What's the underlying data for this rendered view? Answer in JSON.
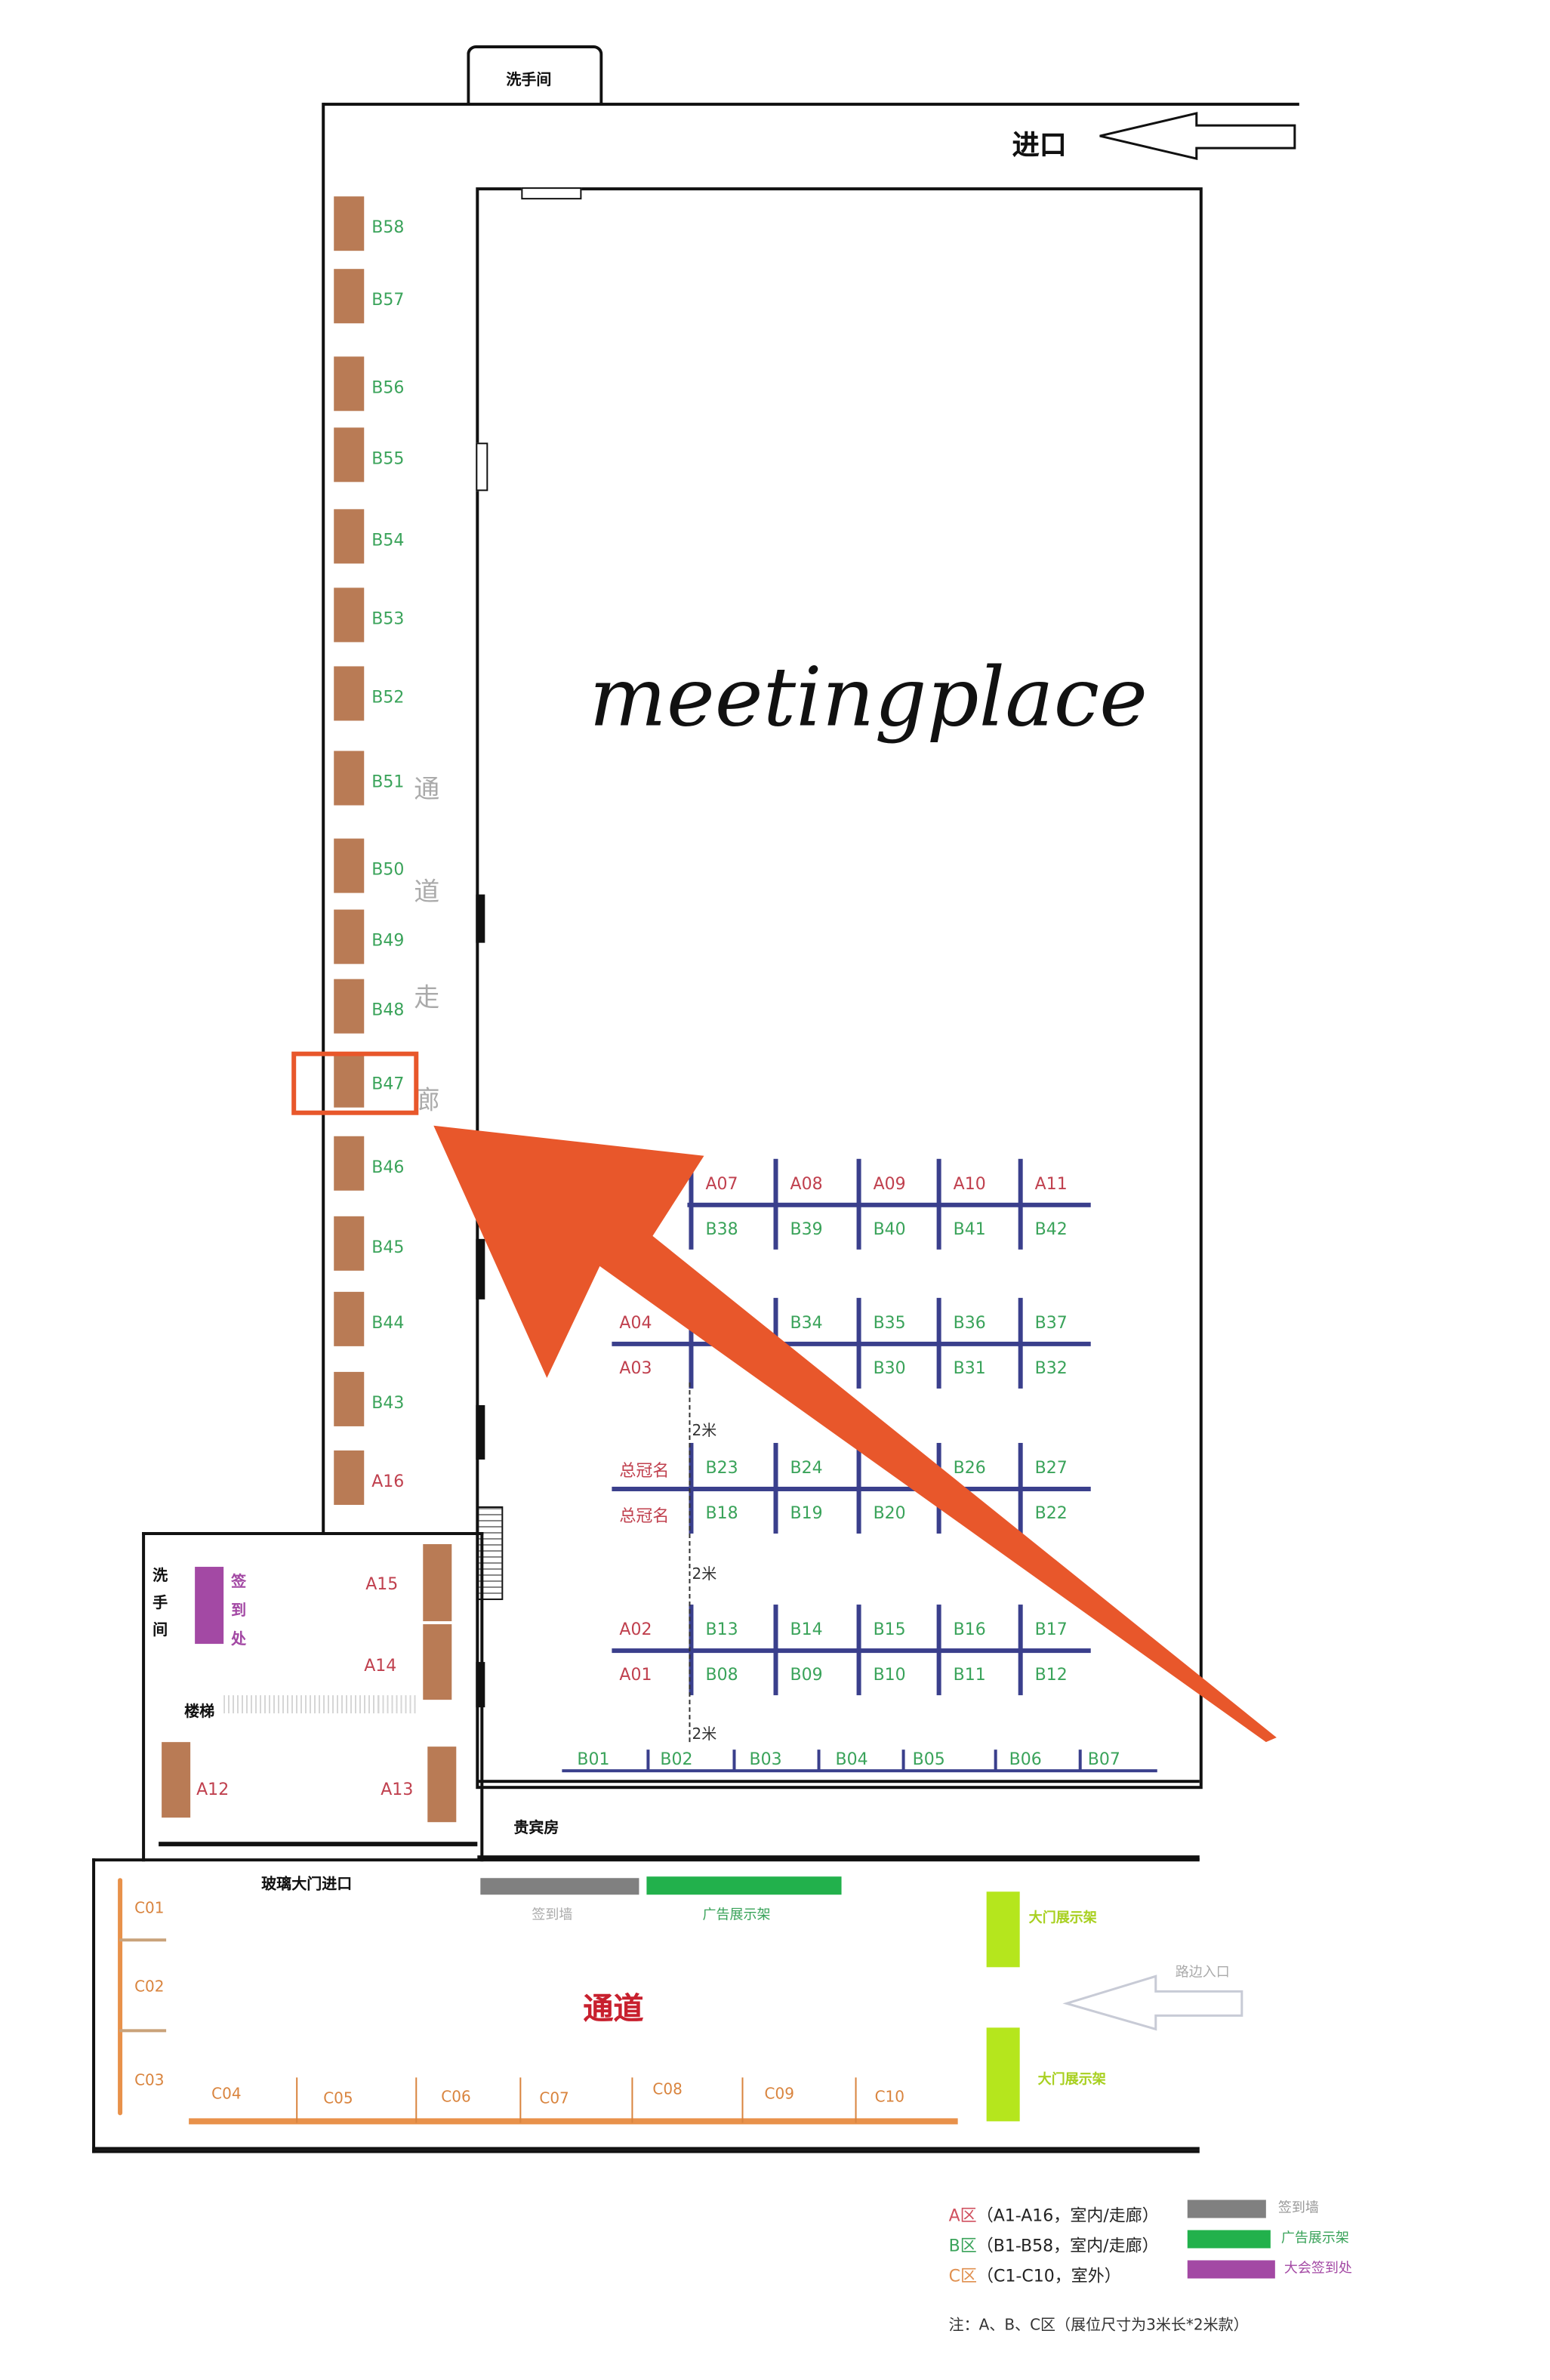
{
  "title": "meetingplace",
  "labels": {
    "washroom_top": "洗手间",
    "entrance": "进口",
    "corridor": [
      "通",
      "道",
      "走",
      "廊"
    ],
    "washroom_left": [
      "洗",
      "手",
      "间"
    ],
    "signin": [
      "签",
      "到",
      "处"
    ],
    "stairs": "楼梯",
    "vip_room": "贵宾房",
    "glass_door": "玻璃大门进口",
    "signin_wall": "签到墙",
    "ad_rack": "广告展示架",
    "passage": "通道",
    "gate_rack_1": "大门展示架",
    "gate_rack_2": "大门展示架",
    "road_entrance": "路边入口",
    "dist": "2米"
  },
  "corridor_booths": [
    "B58",
    "B57",
    "B56",
    "B55",
    "B54",
    "B53",
    "B52",
    "B51",
    "B50",
    "B49",
    "B48",
    "B47",
    "B46",
    "B45",
    "B44",
    "B43",
    "A16"
  ],
  "highlighted_booth": "B47",
  "grid_rows": [
    {
      "top": [
        "",
        "A07",
        "A08",
        "A09",
        "A10",
        "A11"
      ],
      "bottom": [
        "",
        "B38",
        "B39",
        "B40",
        "B41",
        "B42"
      ]
    },
    {
      "top": [
        "A04",
        "",
        "B34",
        "B35",
        "B36",
        "B37"
      ],
      "bottom": [
        "A03",
        "",
        "",
        "B30",
        "B31",
        "B32"
      ]
    },
    {
      "top": [
        "总冠名",
        "B23",
        "B24",
        "",
        "B26",
        "B27"
      ],
      "bottom": [
        "总冠名",
        "B18",
        "B19",
        "B20",
        "",
        "B22"
      ]
    },
    {
      "top": [
        "A02",
        "B13",
        "B14",
        "B15",
        "B16",
        "B17"
      ],
      "bottom": [
        "A01",
        "B08",
        "B09",
        "B10",
        "B11",
        "B12"
      ]
    }
  ],
  "bottom_row": [
    "B01",
    "B02",
    "B03",
    "B04",
    "B05",
    "B06",
    "B07"
  ],
  "lobby_booths": [
    "A15",
    "A14",
    "A12",
    "A13"
  ],
  "c_zone_left": [
    "C01",
    "C02",
    "C03"
  ],
  "c_zone_bottom": [
    "C04",
    "C05",
    "C06",
    "C07",
    "C08",
    "C09",
    "C10"
  ],
  "legend": {
    "zones": [
      {
        "code": "A区",
        "desc": "（A1-A16，室内/走廊）",
        "color": "#d0505e"
      },
      {
        "code": "B区",
        "desc": "（B1-B58，室内/走廊）",
        "color": "#3aa35a"
      },
      {
        "code": "C区",
        "desc": "（C1-C10，室外）",
        "color": "#e09050"
      }
    ],
    "swatches": [
      {
        "label": "签到墙",
        "color": "#808080",
        "text_color": "#999999"
      },
      {
        "label": "广告展示架",
        "color": "#22b14c",
        "text_color": "#3aa35a"
      },
      {
        "label": "大会签到处",
        "color": "#a349a4",
        "text_color": "#a349a4"
      }
    ],
    "note": "注：A、B、C区（展位尺寸为3米长*2米款）"
  },
  "colors": {
    "booth": "#b97b55",
    "grid": "#3a3f8c",
    "arrow": "#e8572b",
    "lime": "#b5e61d",
    "orange_line": "#e8914a"
  }
}
